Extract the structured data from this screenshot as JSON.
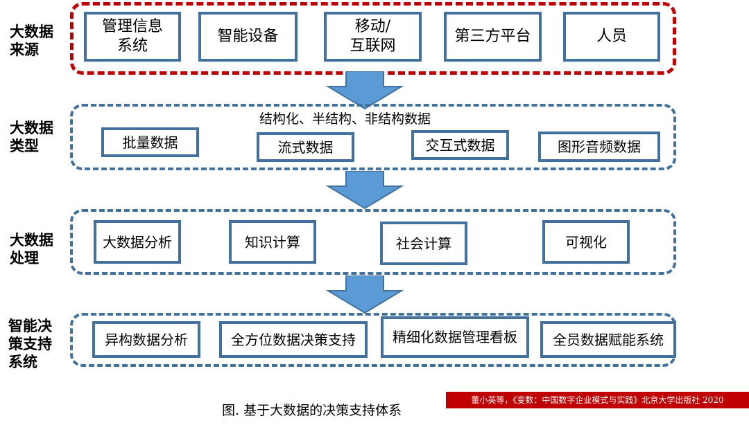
{
  "rows": [
    {
      "label": "大数据\n来源",
      "caption": "",
      "boxes": [
        "管理信息\n系统",
        "智能设备",
        "移动/\n互联网",
        "第三方平台",
        "人员"
      ]
    },
    {
      "label": "大数据\n类型",
      "caption": "结构化、半结构、非结构数据",
      "boxes": [
        "批量数据",
        "流式数据",
        "交互式数据",
        "图形音频数据"
      ]
    },
    {
      "label": "大数据\n处理",
      "caption": "",
      "boxes": [
        "大数据分析",
        "知识计算",
        "社会计算",
        "可视化"
      ]
    },
    {
      "label": "智能决\n策支持\n系统",
      "caption": "",
      "boxes": [
        "异构数据分析",
        "全方位数据决策支持",
        "精细化数据管理看板",
        "全员数据赋能系统"
      ]
    }
  ],
  "figure_caption": "图. 基于大数据的决策支持体系",
  "source": "董小英等，《变数：中国数字企业模式与实践》北京大学出版社 2020",
  "colors": {
    "blue_border": "#41719c",
    "red_border": "#c00000",
    "arrow_fill": "#5b9bd5",
    "source_bg": "#c00000"
  }
}
